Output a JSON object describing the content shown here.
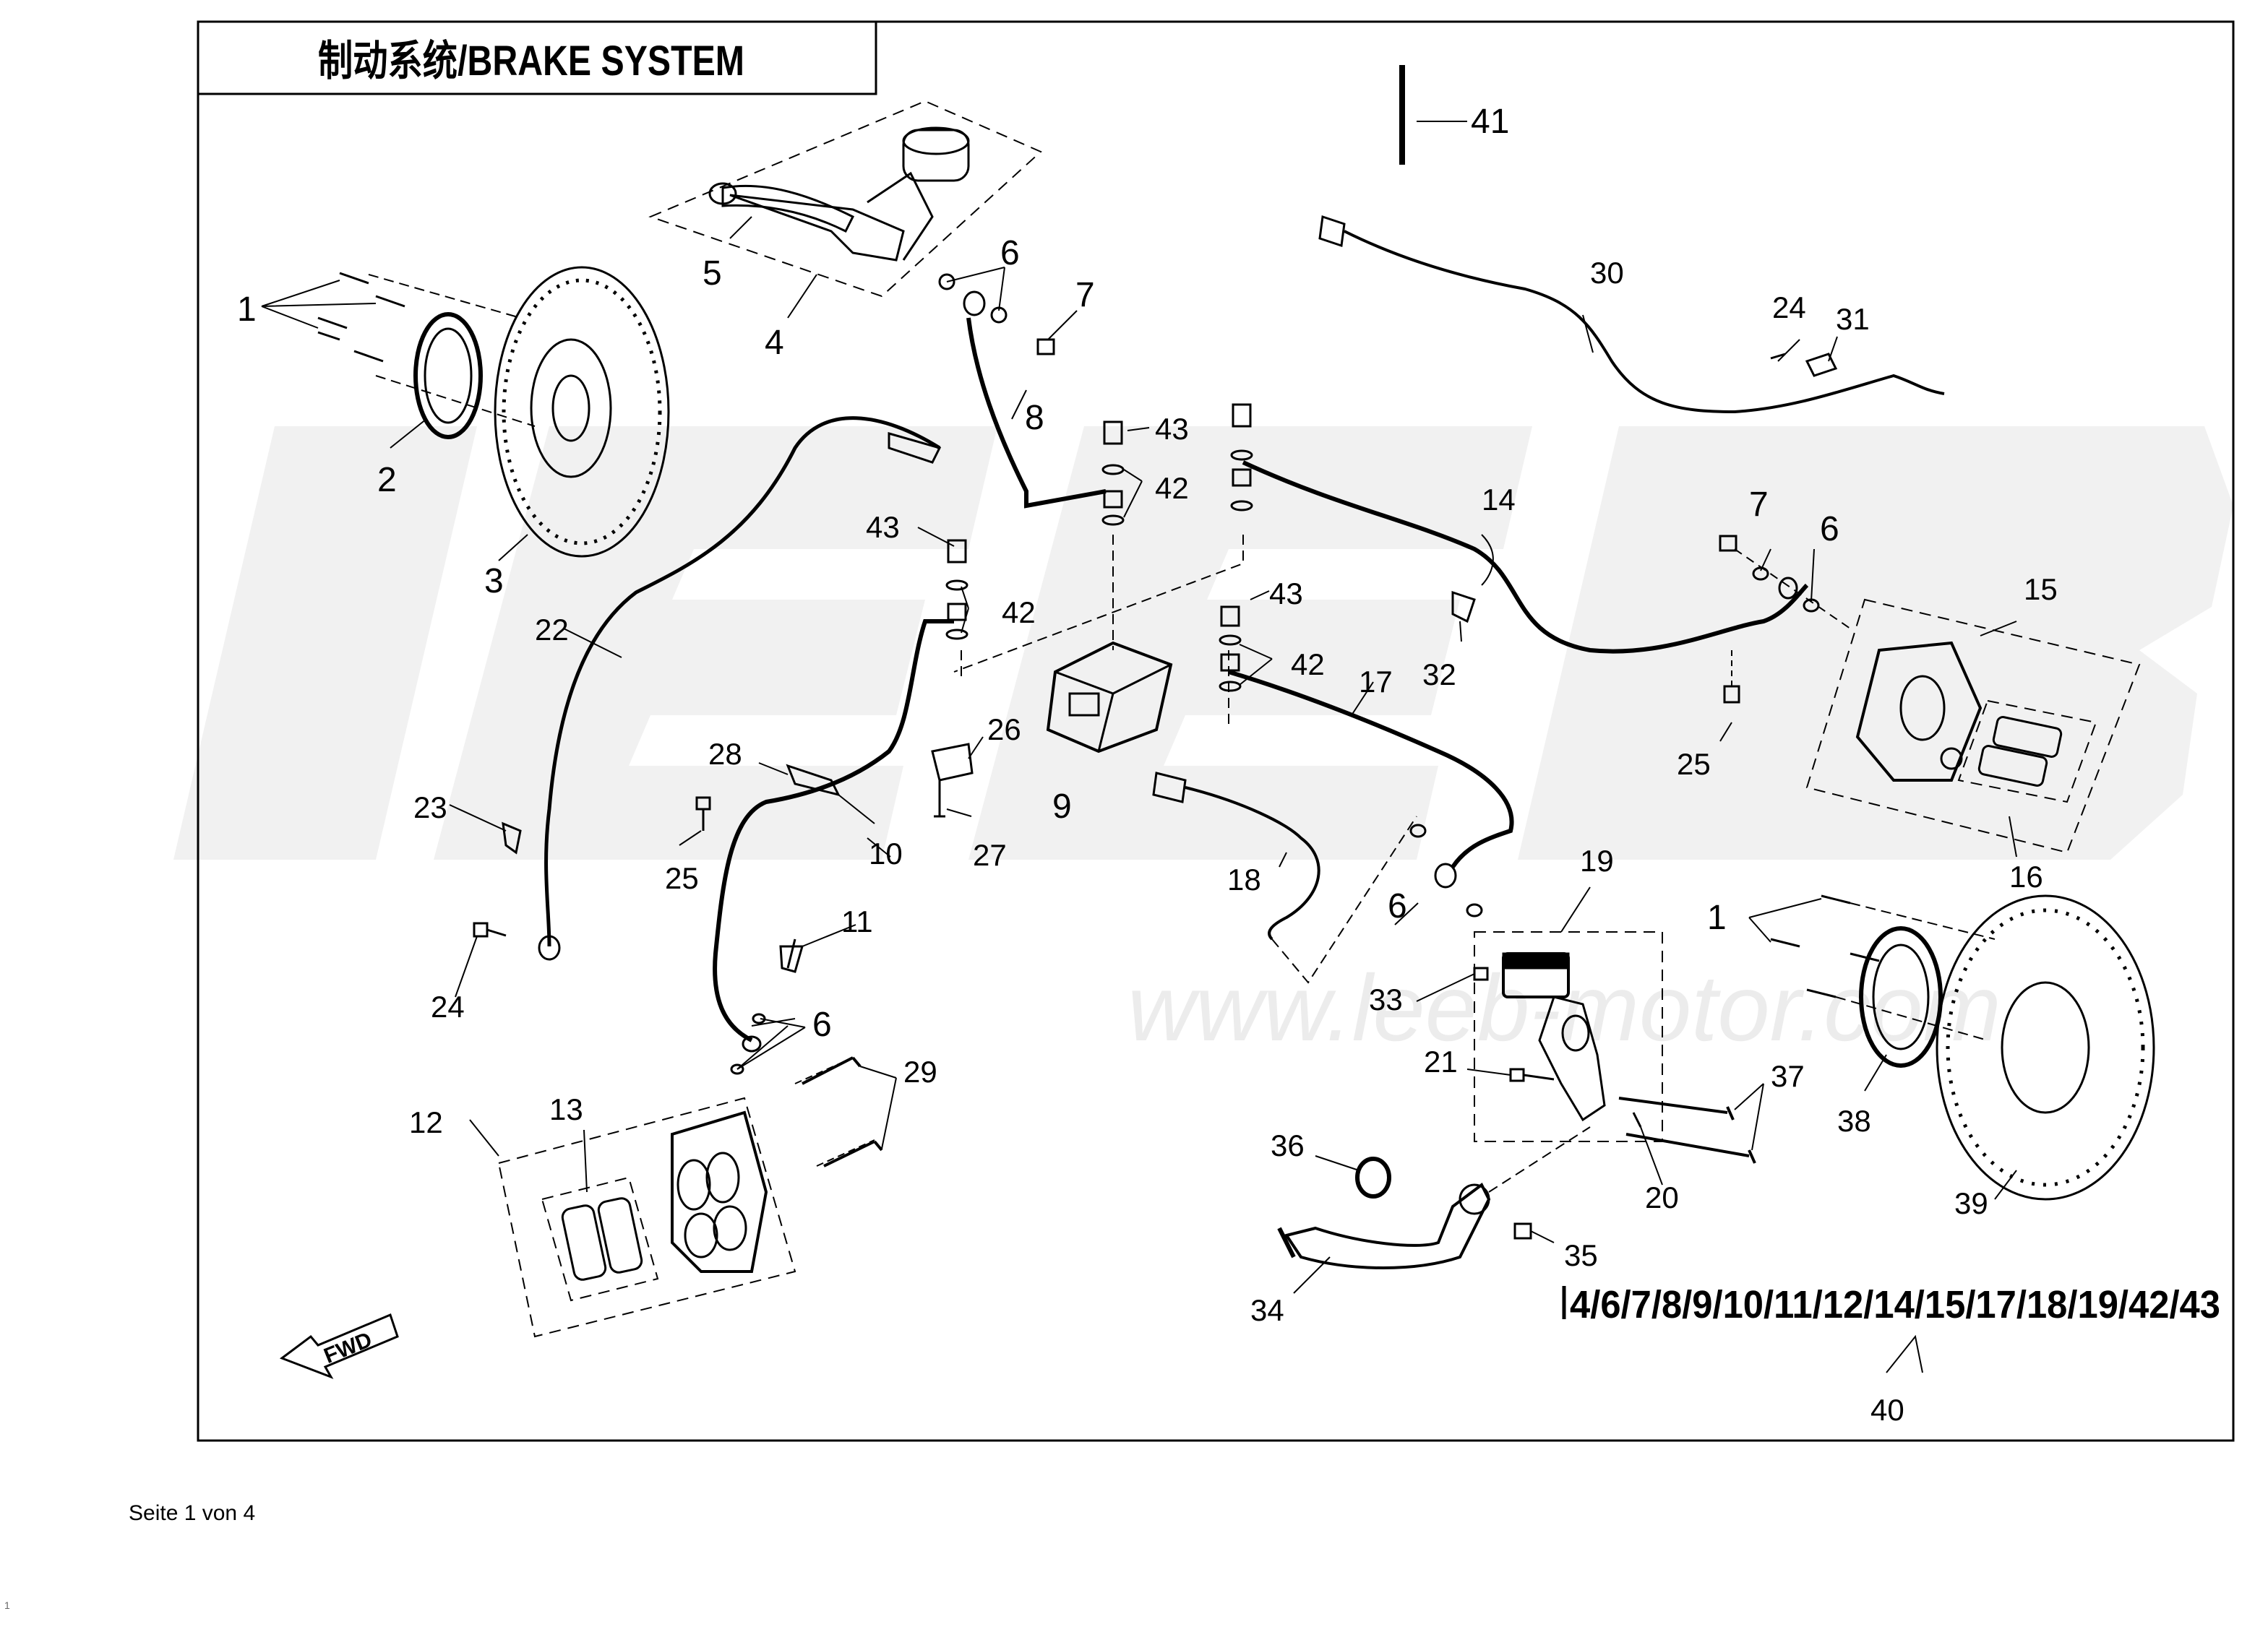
{
  "title": "制动系统/BRAKE SYSTEM",
  "watermark": {
    "logo": "LEEB",
    "url": "www.leeb-motor.com"
  },
  "footer": "Seite 1 von 4",
  "page_mark": "1",
  "kit_label": "4/6/7/8/9/10/11/12/14/15/17/18/19/42/43",
  "fwd_label": "FWD",
  "callouts": {
    "c1a": "1",
    "c1b": "1",
    "c2": "2",
    "c3": "3",
    "c4": "4",
    "c5": "5",
    "c6a": "6",
    "c6b": "6",
    "c6c": "6",
    "c6d": "6",
    "c7a": "7",
    "c7b": "7",
    "c8": "8",
    "c9": "9",
    "c10": "10",
    "c11": "11",
    "c12": "12",
    "c13": "13",
    "c14": "14",
    "c15": "15",
    "c16": "16",
    "c17": "17",
    "c18": "18",
    "c19": "19",
    "c20": "20",
    "c21": "21",
    "c22": "22",
    "c23": "23",
    "c24a": "24",
    "c24b": "24",
    "c25a": "25",
    "c25b": "25",
    "c26": "26",
    "c27": "27",
    "c28": "28",
    "c29": "29",
    "c30": "30",
    "c31": "31",
    "c32": "32",
    "c33": "33",
    "c34": "34",
    "c35": "35",
    "c36": "36",
    "c37": "37",
    "c38": "38",
    "c39": "39",
    "c40": "40",
    "c41": "41",
    "c42a": "42",
    "c42b": "42",
    "c42c": "42",
    "c43a": "43",
    "c43b": "43",
    "c43c": "43"
  }
}
